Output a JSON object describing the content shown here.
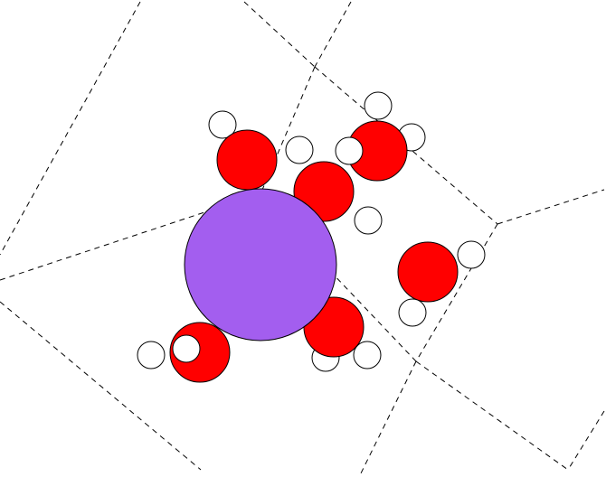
{
  "diagram": {
    "background": "#ffffff",
    "boundary_color": "#000000",
    "legend": [],
    "atom_types": {
      "ion": {
        "element": "cation",
        "color": "#a35eef"
      },
      "oxygen": {
        "element": "O",
        "color": "#ff0000"
      },
      "hydrogen": {
        "element": "H",
        "color": "#ffffff"
      }
    },
    "molecule_counts": {
      "ion": 1,
      "water": 6
    }
  }
}
